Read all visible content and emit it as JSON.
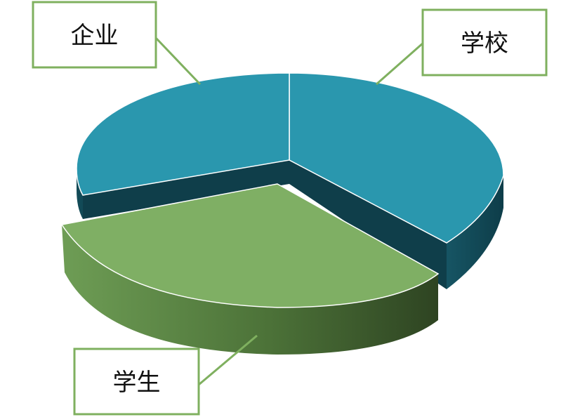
{
  "chart_data": {
    "type": "pie",
    "title": "",
    "categories": [
      "学校",
      "学生",
      "企业"
    ],
    "values": [
      37,
      32,
      31
    ],
    "series": [
      {
        "name": "",
        "values": [
          37,
          32,
          31
        ]
      }
    ],
    "colors": {
      "学校": "#2A97AE",
      "学生": "#7FAF64",
      "企业": "#2A97AE"
    },
    "exploded": [
      "学生"
    ],
    "three_d": true,
    "legend": "none",
    "callout_color": "#7FB05F"
  }
}
